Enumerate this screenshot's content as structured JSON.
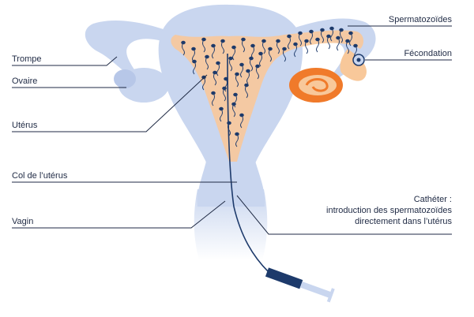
{
  "labels": {
    "trompe": "Trompe",
    "ovaire": "Ovaire",
    "uterus": "Utérus",
    "col": "Col de l’utérus",
    "vagin": "Vagin",
    "spermatozoides": "Spermatozoïdes",
    "fecondation": "Fécondation",
    "catheter_line1": "Cathéter :",
    "catheter_line2": "introduction des spermatozoïdes",
    "catheter_line3": "directement dans l’utérus"
  },
  "colors": {
    "organ": "#c9d6ef",
    "organ_dark": "#b7c7e8",
    "uterus_inner": "#f8c89a",
    "ovary_orange": "#f07a2a",
    "sperm": "#1d3a6b",
    "leader": "#1f2a44",
    "syringe": "#1d3a6b",
    "plunger": "#c9d6ef"
  }
}
